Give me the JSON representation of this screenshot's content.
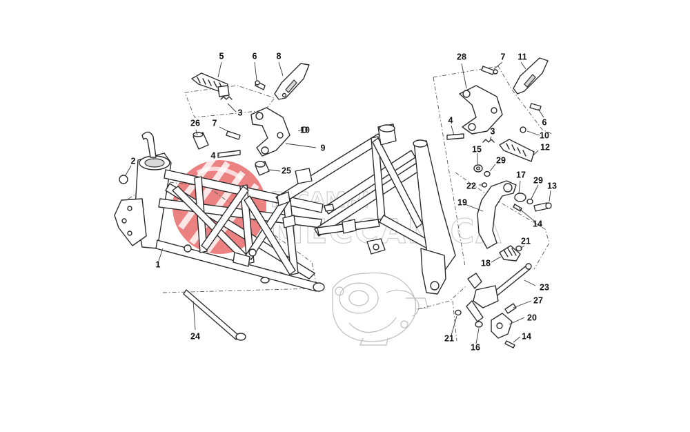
{
  "diagram": {
    "watermark": {
      "line1": "RICAMBI",
      "line2": "MECCANICA",
      "logo_color": "#e23a3a",
      "text_color": "#cfcfcf"
    },
    "callouts": [
      {
        "id": "c5",
        "label": "5"
      },
      {
        "id": "c6a",
        "label": "6"
      },
      {
        "id": "c8",
        "label": "8"
      },
      {
        "id": "c3a",
        "label": "3"
      },
      {
        "id": "c26",
        "label": "26"
      },
      {
        "id": "c7a",
        "label": "7"
      },
      {
        "id": "c10a",
        "label": "10"
      },
      {
        "id": "c9",
        "label": "9"
      },
      {
        "id": "c4a",
        "label": "4"
      },
      {
        "id": "c25",
        "label": "25"
      },
      {
        "id": "c2",
        "label": "2"
      },
      {
        "id": "c1",
        "label": "1"
      },
      {
        "id": "c24",
        "label": "24"
      },
      {
        "id": "c28",
        "label": "28"
      },
      {
        "id": "c7b",
        "label": "7"
      },
      {
        "id": "c11",
        "label": "11"
      },
      {
        "id": "c6b",
        "label": "6"
      },
      {
        "id": "c4b",
        "label": "4"
      },
      {
        "id": "c3b",
        "label": "3"
      },
      {
        "id": "c10b",
        "label": "10"
      },
      {
        "id": "c12",
        "label": "12"
      },
      {
        "id": "c15",
        "label": "15"
      },
      {
        "id": "c29a",
        "label": "29"
      },
      {
        "id": "c22",
        "label": "22"
      },
      {
        "id": "c17",
        "label": "17"
      },
      {
        "id": "c29b",
        "label": "29"
      },
      {
        "id": "c13",
        "label": "13"
      },
      {
        "id": "c19",
        "label": "19"
      },
      {
        "id": "c14a",
        "label": "14"
      },
      {
        "id": "c21a",
        "label": "21"
      },
      {
        "id": "c18",
        "label": "18"
      },
      {
        "id": "c23",
        "label": "23"
      },
      {
        "id": "c27",
        "label": "27"
      },
      {
        "id": "c20",
        "label": "20"
      },
      {
        "id": "c21b",
        "label": "21"
      },
      {
        "id": "c16",
        "label": "16"
      },
      {
        "id": "c14b",
        "label": "14"
      }
    ]
  }
}
